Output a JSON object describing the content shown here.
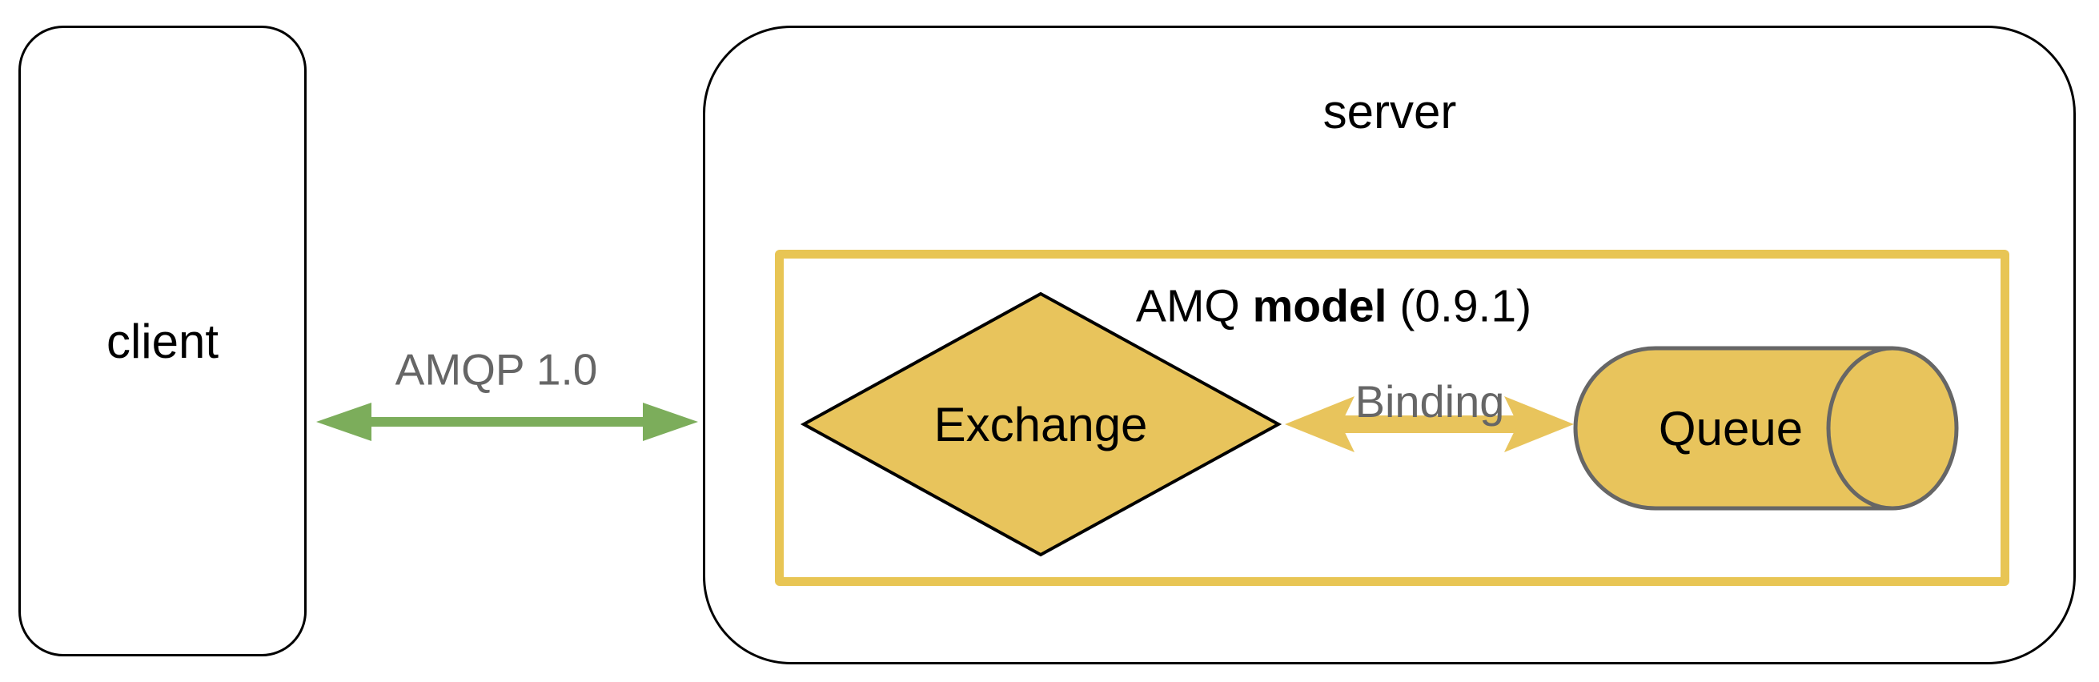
{
  "diagram": {
    "client_box": {
      "label": "client"
    },
    "server_box": {
      "label": "server"
    },
    "amqp_link": {
      "label": "AMQP 1.0",
      "color": "#7CAD5B",
      "label_color": "#666666"
    },
    "amq_model_box": {
      "label_prefix": "AMQ",
      "label_bold": "model",
      "label_suffix": "(0.9.1)",
      "border_color": "#E8C554"
    },
    "exchange_node": {
      "label": "Exchange",
      "fill": "#E8C45C",
      "stroke": "#000000"
    },
    "binding_link": {
      "label": "Binding",
      "color": "#E8C45C",
      "label_color": "#666666"
    },
    "queue_node": {
      "label": "Queue",
      "fill": "#E8C45C",
      "stroke": "#666666"
    }
  }
}
